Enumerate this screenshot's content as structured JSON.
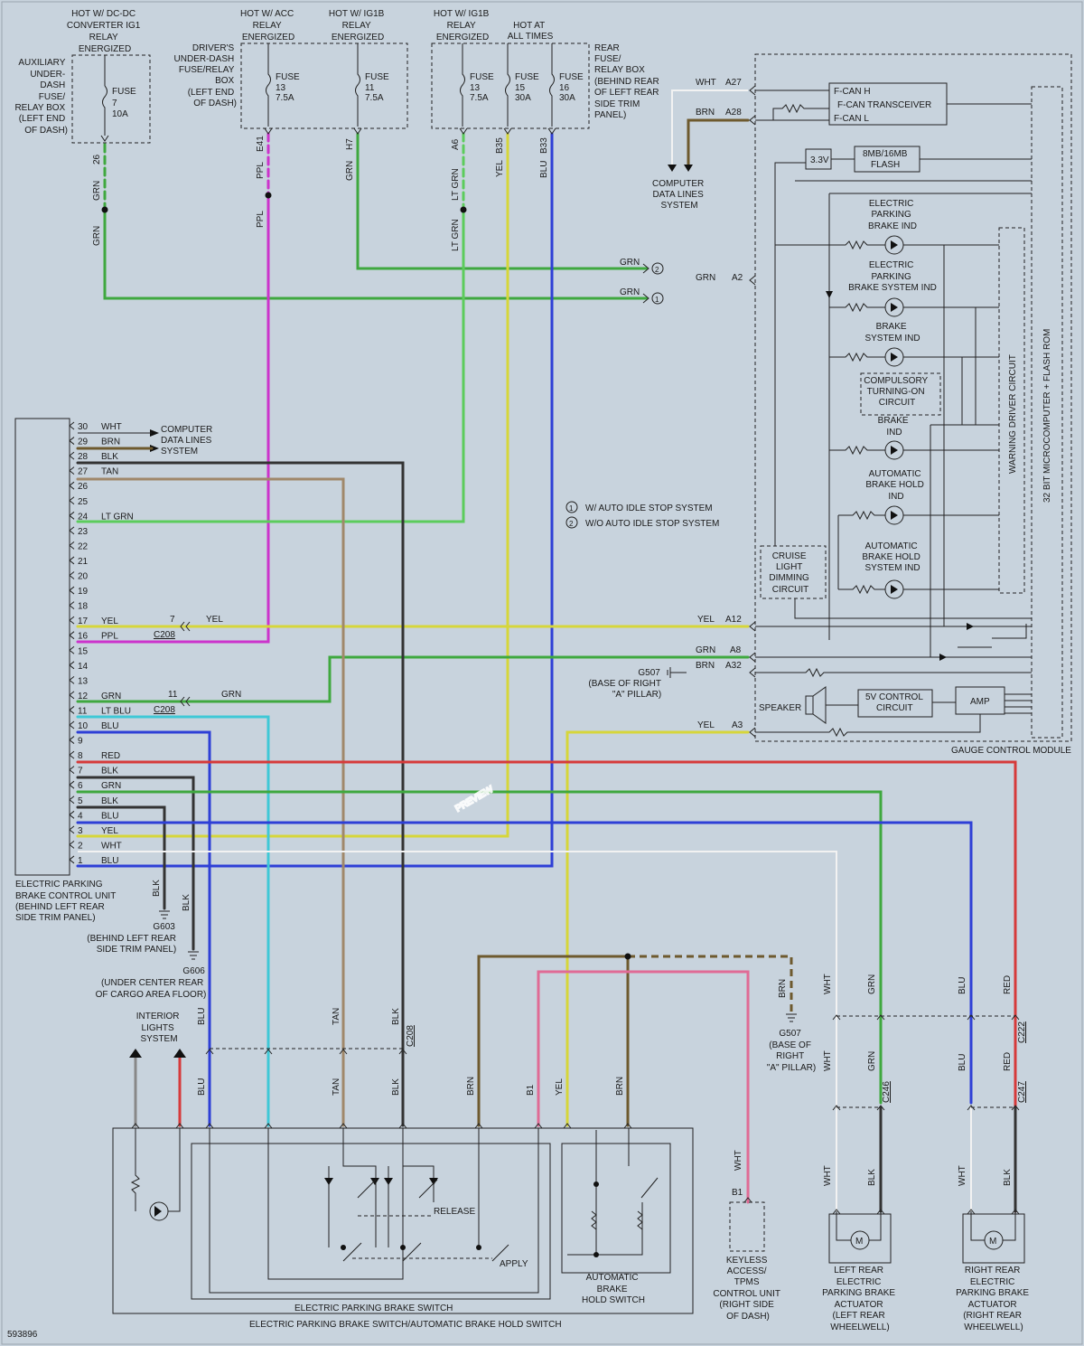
{
  "colors": {
    "background": "#c8d3dd",
    "GRN": "#3fa83f",
    "LT GRN": "#5ccc5c",
    "PPL": "#cc33cc",
    "YEL": "#d6d63a",
    "BLU": "#2e3fd6",
    "LT BLU": "#3fc8d6",
    "RED": "#d63a3a",
    "PNK": "#e06b95",
    "BRN": "#6e5a2e",
    "TAN": "#a0886a",
    "BLK": "#333333",
    "GRY": "#888888",
    "WHT": "#f2f2f2"
  },
  "watermark": "PREVIEW",
  "figure_id": "593896",
  "power": {
    "aux_hot": [
      "HOT W/ DC-DC",
      "CONVERTER IG1",
      "RELAY",
      "ENERGIZED"
    ],
    "aux_box": [
      "AUXILIARY",
      "UNDER-",
      "DASH",
      "FUSE/",
      "RELAY BOX",
      "(LEFT END",
      "OF DASH)"
    ],
    "aux_fuse": [
      "FUSE",
      "7",
      "10A"
    ],
    "acc_hot": [
      "HOT W/ ACC",
      "RELAY",
      "ENERGIZED"
    ],
    "ig1b_hot": [
      "HOT W/ IG1B",
      "RELAY",
      "ENERGIZED"
    ],
    "drv_box": [
      "DRIVER'S",
      "UNDER-DASH",
      "FUSE/RELAY",
      "BOX",
      "(LEFT END",
      "OF DASH)"
    ],
    "fuse13a": [
      "FUSE",
      "13",
      "7.5A"
    ],
    "fuse11": [
      "FUSE",
      "11",
      "7.5A"
    ],
    "ig1b2_hot": [
      "HOT W/ IG1B",
      "RELAY",
      "ENERGIZED"
    ],
    "all_hot": [
      "HOT AT",
      "ALL TIMES"
    ],
    "rear_box": [
      "REAR",
      "FUSE/",
      "RELAY BOX",
      "(BEHIND REAR",
      "OF LEFT REAR",
      "SIDE TRIM",
      "PANEL)"
    ],
    "fuse13b": [
      "FUSE",
      "13",
      "7.5A"
    ],
    "fuse15": [
      "FUSE",
      "15",
      "30A"
    ],
    "fuse16": [
      "FUSE",
      "16",
      "30A"
    ]
  },
  "wire_labels": {
    "w26": "26",
    "grn": "GRN",
    "e41": "E41",
    "ppl": "PPL",
    "h7": "H7",
    "a6": "A6",
    "ltgrn": "LT GRN",
    "b35": "B35",
    "yel": "YEL",
    "b33": "B33",
    "blu": "BLU",
    "wht": "WHT",
    "brn": "BRN",
    "a27": "A27",
    "a28": "A28",
    "a2": "A2",
    "a12": "A12",
    "a8": "A8",
    "a32": "A32",
    "a3": "A3",
    "n1": "1",
    "n2": "2",
    "n7": "7",
    "n11": "11",
    "c208": "C208"
  },
  "computer_data_lines": [
    "COMPUTER",
    "DATA LINES",
    "SYSTEM"
  ],
  "notes": [
    {
      "num": "1",
      "text": "W/ AUTO IDLE STOP SYSTEM"
    },
    {
      "num": "2",
      "text": "W/O AUTO IDLE STOP SYSTEM"
    }
  ],
  "gauge": {
    "label": "GAUGE CONTROL MODULE",
    "micro": "32 BIT MICROCOMPUTER + FLASH ROM",
    "warning": "WARNING DRIVER CIRCUIT",
    "fcan_h": "F-CAN H",
    "fcan_t": "F-CAN TRANSCEIVER",
    "fcan_l": "F-CAN L",
    "v33": "3.3V",
    "flash": [
      "8MB/16MB",
      "FLASH"
    ],
    "ind1": [
      "ELECTRIC",
      "PARKING",
      "BRAKE IND"
    ],
    "ind2": [
      "ELECTRIC",
      "PARKING",
      "BRAKE SYSTEM IND"
    ],
    "ind3": [
      "BRAKE",
      "SYSTEM IND"
    ],
    "comp": [
      "COMPULSORY",
      "TURNING-ON",
      "CIRCUIT"
    ],
    "ind4": [
      "BRAKE",
      "IND"
    ],
    "ind5": [
      "AUTOMATIC",
      "BRAKE HOLD",
      "IND"
    ],
    "ind6": [
      "AUTOMATIC",
      "BRAKE HOLD",
      "SYSTEM IND"
    ],
    "cruise": [
      "CRUISE",
      "LIGHT",
      "DIMMING",
      "CIRCUIT"
    ],
    "speaker": "SPEAKER",
    "v5": [
      "5V CONTROL",
      "CIRCUIT"
    ],
    "amp": "AMP"
  },
  "epb_unit": {
    "label": [
      "ELECTRIC PARKING",
      "BRAKE CONTROL UNIT",
      "(BEHIND LEFT REAR",
      "SIDE TRIM PANEL)"
    ],
    "pins": [
      {
        "n": "30",
        "c": "WHT"
      },
      {
        "n": "29",
        "c": "BRN"
      },
      {
        "n": "28",
        "c": "BLK"
      },
      {
        "n": "27",
        "c": "TAN"
      },
      {
        "n": "26",
        "c": ""
      },
      {
        "n": "25",
        "c": ""
      },
      {
        "n": "24",
        "c": "LT GRN"
      },
      {
        "n": "23",
        "c": ""
      },
      {
        "n": "22",
        "c": ""
      },
      {
        "n": "21",
        "c": ""
      },
      {
        "n": "20",
        "c": ""
      },
      {
        "n": "19",
        "c": ""
      },
      {
        "n": "18",
        "c": ""
      },
      {
        "n": "17",
        "c": "YEL"
      },
      {
        "n": "16",
        "c": "PPL"
      },
      {
        "n": "15",
        "c": ""
      },
      {
        "n": "14",
        "c": ""
      },
      {
        "n": "13",
        "c": ""
      },
      {
        "n": "12",
        "c": "GRN"
      },
      {
        "n": "11",
        "c": "LT BLU"
      },
      {
        "n": "10",
        "c": "BLU"
      },
      {
        "n": "9",
        "c": ""
      },
      {
        "n": "8",
        "c": "RED"
      },
      {
        "n": "7",
        "c": "BLK"
      },
      {
        "n": "6",
        "c": "GRN"
      },
      {
        "n": "5",
        "c": "BLK"
      },
      {
        "n": "4",
        "c": "BLU"
      },
      {
        "n": "3",
        "c": "YEL"
      },
      {
        "n": "2",
        "c": "WHT"
      },
      {
        "n": "1",
        "c": "BLU"
      }
    ]
  },
  "grounds": {
    "g603": [
      "G603",
      "(BEHIND LEFT REAR",
      "SIDE TRIM PANEL)"
    ],
    "g606": [
      "G606",
      "(UNDER CENTER REAR",
      "OF CARGO AREA FLOOR)"
    ],
    "g507a": [
      "G507",
      "(BASE OF RIGHT",
      "\"A\" PILLAR)"
    ],
    "g507b": [
      "G507",
      "(BASE OF",
      "RIGHT",
      "\"A\" PILLAR)"
    ]
  },
  "bottom": {
    "interior": [
      "INTERIOR",
      "LIGHTS",
      "SYSTEM"
    ],
    "release": "RELEASE",
    "apply": "APPLY",
    "epb_switch": "ELECTRIC PARKING BRAKE SWITCH",
    "combo": "ELECTRIC PARKING BRAKE SWITCH/AUTOMATIC BRAKE HOLD SWITCH",
    "hold": [
      "AUTOMATIC",
      "BRAKE",
      "HOLD SWITCH"
    ],
    "keyless": [
      "KEYLESS",
      "ACCESS/",
      "TPMS",
      "CONTROL UNIT",
      "(RIGHT SIDE",
      "OF DASH)"
    ],
    "keyless_pin": "B1",
    "left_act": [
      "LEFT REAR",
      "ELECTRIC",
      "PARKING BRAKE",
      "ACTUATOR",
      "(LEFT REAR",
      "WHEELWELL)"
    ],
    "right_act": [
      "RIGHT REAR",
      "ELECTRIC",
      "PARKING BRAKE",
      "ACTUATOR",
      "(RIGHT REAR",
      "WHEELWELL)"
    ],
    "motor": "M",
    "c246": "C246",
    "c247": "C247",
    "c222": "C222"
  }
}
